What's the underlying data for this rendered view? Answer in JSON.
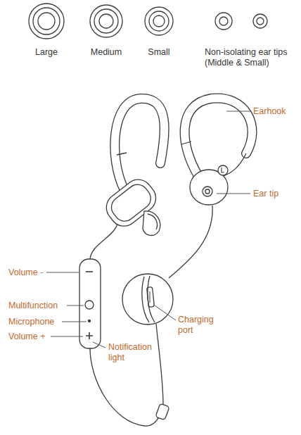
{
  "diagram": {
    "labels": [
      "Large",
      "Medium",
      "Small",
      "Non-isolating ear tips (Middle & Small)",
      "Earhook",
      "Ear tip",
      "Volume -",
      "Multifunction",
      "Microphone",
      "Volume +",
      "Notification light",
      "Charging port"
    ]
  }
}
